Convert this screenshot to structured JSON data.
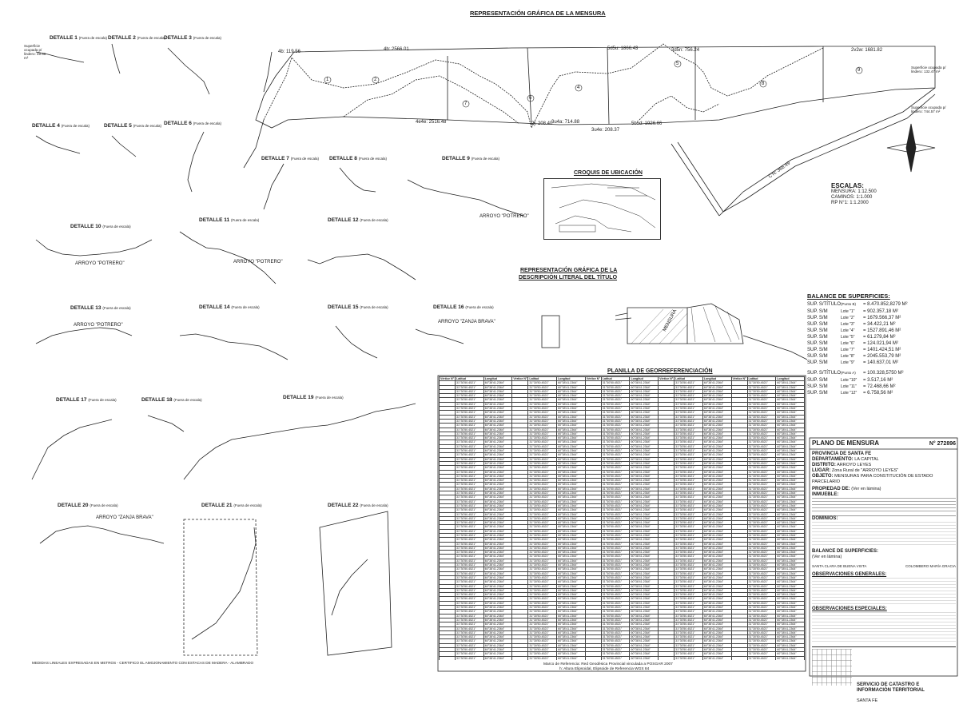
{
  "header": {
    "main_title": "REPRESENTACIÓN GRÁFICA DE LA MENSURA"
  },
  "details": [
    {
      "label": "DETALLE 1",
      "note": "(Fuera de escala)"
    },
    {
      "label": "DETALLE 2",
      "note": "(Fuera de escala)"
    },
    {
      "label": "DETALLE 3",
      "note": "(Fuera de escala)"
    },
    {
      "label": "DETALLE 4",
      "note": "(Fuera de escala)"
    },
    {
      "label": "DETALLE 5",
      "note": "(Fuera de escala)"
    },
    {
      "label": "DETALLE 6",
      "note": "(Fuera de escala)"
    },
    {
      "label": "DETALLE 7",
      "note": "(Fuera de escala)"
    },
    {
      "label": "DETALLE 8",
      "note": "(Fuera de escala)"
    },
    {
      "label": "DETALLE 9",
      "note": "(Fuera de escala)"
    },
    {
      "label": "DETALLE 10",
      "note": "(Fuera de escala)"
    },
    {
      "label": "DETALLE 11",
      "note": "(Fuera de escala)"
    },
    {
      "label": "DETALLE 12",
      "note": "(Fuera de escala)"
    },
    {
      "label": "DETALLE 13",
      "note": "(Fuera de escala)"
    },
    {
      "label": "DETALLE 14",
      "note": "(Fuera de escala)"
    },
    {
      "label": "DETALLE 15",
      "note": "(Fuera de escala)"
    },
    {
      "label": "DETALLE 16",
      "note": "(Fuera de escala)"
    },
    {
      "label": "DETALLE 17",
      "note": "(Fuera de escala)"
    },
    {
      "label": "DETALLE 18",
      "note": "(Fuera de escala)"
    },
    {
      "label": "DETALLE 19",
      "note": "(Fuera de escala)"
    },
    {
      "label": "DETALLE 20",
      "note": "(Fuera de escala)"
    },
    {
      "label": "DETALLE 21",
      "note": "(Fuera de escala)"
    },
    {
      "label": "DETALLE 22",
      "note": "(Fuera de escala)"
    }
  ],
  "arroyo_labels": [
    "ARROYO \"POTRERO\"",
    "ARROYO \"POTRERO\"",
    "ARROYO \"POTRERO\"",
    "ARROYO \"POTRERO\"",
    "ARROYO \"ZANJA BRAVA\"",
    "ARROYO \"ZANJA BRAVA\""
  ],
  "main_plan": {
    "dims": [
      "4b: 2566.01",
      "4b: 119.56",
      "5d5u: 1866.43",
      "3d5n: 756.24",
      "2v2w: 1681.82",
      "4e4e: 2516.48",
      "3u4a: 714.88",
      "5b5d: 1926.66",
      "2j: 208.40",
      "3u4e: 208.37",
      "C'N: 366.49"
    ],
    "lots": [
      "1",
      "2",
      "3",
      "4",
      "5",
      "6",
      "7",
      "8",
      "9"
    ],
    "surface_note_1": "Superficie ocupada p/ lindero: 132.47 m²",
    "surface_note_2": "Superficie ocupada p/ lindero: 744.57 m²",
    "surface_note_d1": "Superficie ocupada p/ lindero: 49.30 m²"
  },
  "escalas": {
    "title": "ESCALAS:",
    "lines": [
      "MENSURA: 1:12.500",
      "CAMINOS: 1:1.000",
      "RP N°1: 1:1.2000"
    ]
  },
  "croquis": {
    "title": "CROQUIS DE UBICACIÓN"
  },
  "titulo_literal": {
    "title_1": "REPRESENTACIÓN GRÁFICA DE LA",
    "title_2": "DESCRIPCIÓN LITERAL DEL TÍTULO"
  },
  "mensura_label": "MENSURA",
  "balance": {
    "title": "BALANCE DE SUPERFICIES:",
    "sup_titulo_1_label": "SUP. S/TÍTULO",
    "sup_titulo_1_note": "(Punto B)",
    "sup_titulo_1_value": "= 8.470.852,8279 M²",
    "rows_1": [
      {
        "label": "SUP. S/M",
        "lote": "Lote \"1\"",
        "value": "= 902.357,18 M²"
      },
      {
        "label": "SUP. S/M",
        "lote": "Lote \"2\"",
        "value": "= 1679.566,37 M²"
      },
      {
        "label": "SUP. S/M",
        "lote": "Lote \"3\"",
        "value": "= 34.422,21 M²"
      },
      {
        "label": "SUP. S/M",
        "lote": "Lote \"4\"",
        "value": "= 1527.891,46 M²"
      },
      {
        "label": "SUP. S/M",
        "lote": "Lote \"5\"",
        "value": "= 61.279,84 M²"
      },
      {
        "label": "SUP. S/M",
        "lote": "Lote \"6\"",
        "value": "= 124.021,94 M²"
      },
      {
        "label": "SUP. S/M",
        "lote": "Lote \"7\"",
        "value": "= 1401.424,51 M²"
      },
      {
        "label": "SUP. S/M",
        "lote": "Lote \"8\"",
        "value": "= 2045.553,79 M²"
      },
      {
        "label": "SUP. S/M",
        "lote": "Lote \"9\"",
        "value": "= 140.637,01 M²"
      }
    ],
    "sup_titulo_2_label": "SUP. S/TÍTULO",
    "sup_titulo_2_note": "(Punto A)",
    "sup_titulo_2_value": "= 100.328,5750 M²",
    "rows_2": [
      {
        "label": "SUP. S/M",
        "lote": "Lote \"10\"",
        "value": "= 3.517,16 M²"
      },
      {
        "label": "SUP. S/M",
        "lote": "Lote \"11\"",
        "value": "= 72.468,66 M²"
      },
      {
        "label": "SUP. S/M",
        "lote": "Lote \"12\"",
        "value": "= 6.758,56 M²"
      }
    ]
  },
  "planilla": {
    "title": "PLANILLA DE GEORREFERENCIACIÓN",
    "headers": [
      "Vértice N°",
      "Latitud",
      "Longitud"
    ],
    "footer_1": "Marco de Referencia: Red Geodésica Provincial vinculada a POSGAR 2007",
    "footer_2": "h: Altura Elipsoidal, Elipsoide de Referencia WGS 84",
    "sample_lat": "31°30'50.4521\"",
    "sample_lon": "60°38'41.2364\""
  },
  "plano": {
    "title": "PLANO DE MENSURA",
    "number_prefix": "N°",
    "number": "272896",
    "provincia": "PROVINCIA DE SANTA FE",
    "departamento_label": "DEPARTAMENTO:",
    "departamento": "LA CAPITAL",
    "distrito_label": "DISTRITO:",
    "distrito": "ARROYO LEYES",
    "lugar_label": "LUGAR:",
    "lugar": "Zona Rural de \"ARROYO LEYES\"",
    "objeto_label": "OBJETO:",
    "objeto": "MENSURAS PARA CONSTITUCIÓN DE ESTADO PARCELARIO",
    "propiedad_label": "PROPIEDAD DE:",
    "propiedad": "(Ver en lámina)",
    "inmueble_label": "INMUEBLE:",
    "dominios_label": "DOMINIOS:",
    "balance_label": "BALANCE DE SUPERFICIES:",
    "balance_note": "(Ver en lámina)",
    "lugar_fecha": "SANTA CLARA DE BUENA VISTA",
    "profesional": "COLOMBERO MARÍA GRACIA",
    "obs_generales": "OBSERVACIONES GENERALES:",
    "obs_especiales": "OBSERVACIONES ESPECIALES:",
    "servicio_1": "SERVICIO DE CATASTRO E",
    "servicio_2": "INFORMACIÓN TERRITORIAL",
    "servicio_3": "SANTA FE"
  },
  "footer_note": "MEDIDAS LINEALES EXPRESADAS EN METROS - CERTIFICO EL AMOJONAMIENTO CON ESTACAS DE MADERA - ALAMBRADO"
}
